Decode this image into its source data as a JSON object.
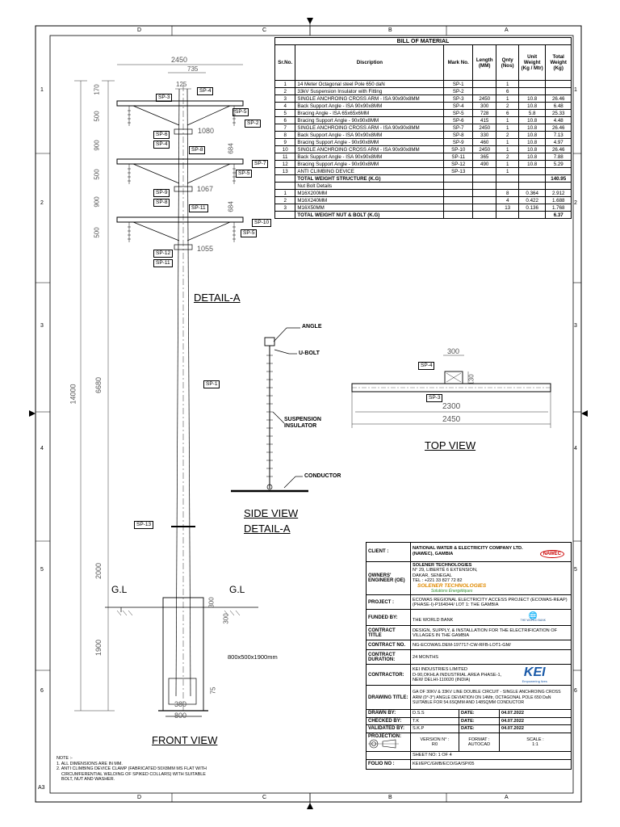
{
  "frame": {
    "zone_letters": [
      "D",
      "C",
      "B",
      "A"
    ],
    "zone_numbers": [
      "1",
      "2",
      "3",
      "4",
      "5",
      "6"
    ],
    "corner_tag": "A3"
  },
  "bom": {
    "title": "BILL OF MATERIAL",
    "headers": [
      "Sr.No.",
      "Discription",
      "Mark No.",
      "Length (MM)",
      "Qnty (Nos)",
      "Unit Weight (Kg / Mtr)",
      "Total Weight (Kg)"
    ],
    "rows": [
      [
        "1",
        "14 Meter Octagonal steel Pole 650 daN",
        "SP-1",
        "",
        "1",
        "",
        ""
      ],
      [
        "2",
        "33kV Suspension Insulator with Fitting",
        "SP-2",
        "",
        "6",
        "",
        ""
      ],
      [
        "3",
        "SINGLE ANCHROING CROSS ARM - ISA 90x90x8MM",
        "SP-3",
        "2450",
        "1",
        "10.8",
        "26.46"
      ],
      [
        "4",
        "Back Support Angle - ISA 90x90x8MM",
        "SP-4",
        "300",
        "2",
        "10.8",
        "6.48"
      ],
      [
        "5",
        "Bracing Angle - ISA 65x65x6MM",
        "SP-5",
        "728",
        "6",
        "5.8",
        "25.33"
      ],
      [
        "6",
        "Bracing Support Angle - 90x90x8MM",
        "SP-6",
        "415",
        "1",
        "10.8",
        "4.48"
      ],
      [
        "7",
        "SINGLE ANCHROING CROSS ARM - ISA 90x90x8MM",
        "SP-7",
        "2450",
        "1",
        "10.8",
        "26.46"
      ],
      [
        "8",
        "Back Support Angle - ISA 90x90x8MM",
        "SP-8",
        "330",
        "2",
        "10.8",
        "7.13"
      ],
      [
        "9",
        "Bracing Support Angle - 90x90x8MM",
        "SP-9",
        "460",
        "1",
        "10.8",
        "4.97"
      ],
      [
        "10",
        "SINGLE ANCHROING CROSS ARM - ISA 90x90x8MM",
        "SP-10",
        "2450",
        "1",
        "10.8",
        "26.46"
      ],
      [
        "11",
        "Back Support Angle - ISA 90x90x8MM",
        "SP-11",
        "365",
        "2",
        "10.8",
        "7.88"
      ],
      [
        "12",
        "Bracing Support Angle - 90x90x8MM",
        "SP-12",
        "490",
        "1",
        "10.8",
        "5.29"
      ],
      [
        "13",
        "ANTI CLIMBING DEVICE",
        "SP-13",
        "",
        "1",
        "",
        ""
      ]
    ],
    "total_structure_label": "TOTAL WEIGHT STRUCTURE (K.G)",
    "total_structure_value": "140.95",
    "nut_bolt_heading": "Nut Bolt Details",
    "bolt_rows": [
      [
        "1",
        "M16X200MM",
        "",
        "",
        "8",
        "0.364",
        "2.912"
      ],
      [
        "2",
        "M16X240MM",
        "",
        "",
        "4",
        "0.422",
        "1.688"
      ],
      [
        "3",
        "M16X50MM",
        "",
        "",
        "13",
        "0.136",
        "1.768"
      ]
    ],
    "total_bolt_label": "TOTAL WEIGHT NUT & BOLT (K.G)",
    "total_bolt_value": "6.37"
  },
  "front_view": {
    "title": "FRONT VIEW",
    "detail_ref": "DETAIL-A",
    "dims": {
      "arm_width": "2450",
      "offset": "735",
      "pole_top_gap": "125",
      "top_gap": "170",
      "d1": "500",
      "d2": "900",
      "d3": "500",
      "d4": "900",
      "d5": "500",
      "brace1": "1080",
      "brace2": "1067",
      "brace3": "1055",
      "brace_h1": "684",
      "brace_h2": "684",
      "upper_len": "6680",
      "total_height": "14000",
      "lower_len": "2000",
      "burial": "1900",
      "found_top1": "300",
      "found_top2": "300",
      "base_plate": "75",
      "base_inner": "380",
      "base_outer": "800"
    },
    "ground_left": "G.L",
    "ground_right": "G.L",
    "foundation": "800x500x1900mm",
    "tags": [
      "SP-3",
      "SP-4",
      "SP-5",
      "SP-2",
      "SP-6",
      "SP-4",
      "SP-8",
      "SP-7",
      "SP-5",
      "SP-9",
      "SP-8",
      "SP-11",
      "SP-10",
      "SP-5",
      "SP-12",
      "SP-11",
      "SP-1",
      "SP-13"
    ]
  },
  "side_view": {
    "title": "SIDE VIEW",
    "detail_ref": "DETAIL-A",
    "angle": "ANGLE",
    "ubolt": "U-BOLT",
    "insulator": "SUSPENSION INSULATOR",
    "conductor": "CONDUCTOR"
  },
  "top_view": {
    "title": "TOP VIEW",
    "dim_top": "300",
    "dim_side": "130",
    "dim_inner": "2300",
    "dim_outer": "2450",
    "tag_top": "SP-4",
    "tag_bottom": "SP-3"
  },
  "title_block": {
    "client_label": "CLIENT :",
    "client": "NATIONAL WATER & ELECTRICITY COMPANY LTD.(NAWEC), GAMBIA",
    "client_logo": "NAWEC",
    "owner_label": "OWNERS' ENGINEER (OE)",
    "owner_lines": [
      "SOLENER TECHNOLOGIES",
      "N° 29, LIBERTÉ 6 EXTENSION,",
      "DAKAR, SENEGAL",
      "TEL : +221 33 827 72 82"
    ],
    "owner_logo": "SOLENER TECHNOLOGIES",
    "owner_logo_sub": "Solutions Énergétiques",
    "project_label": "PROJECT :",
    "project": "ECOWAS REGIONAL ELECTRICITY ACCESS PROJECT (ECOWAS-REAP)(PHASE-I)-P164044/ LOT 1: THE GAMBIA",
    "funded_label": "FUNDED BY:",
    "funded": "THE WORLD BANK",
    "funded_logo": "THE WORLD BANK",
    "contract_title_label": "CONTRACT TITLE",
    "contract_title": "DESIGN, SUPPLY, & INSTALLATION FOR THE ELECTRIFICATION OF VILLAGES IN THE GAMBIA",
    "contract_no_label": "CONTRACT NO.",
    "contract_no": "NG-ECOWAS.DEM-197717-CW-RFB-LOT1-GM/",
    "duration_label": "CONTRACT DURATION:",
    "duration": "24 MONTHS",
    "contractor_label": "CONTRACTOR:",
    "contractor_lines": [
      "KEI INDUSTRIES LIMITED",
      "D-90,OKHLA INDUSTRIAL AREA PHASE-1,",
      "NEW DELHI-110020 (INDIA)"
    ],
    "contractor_logo": "KEI",
    "contractor_logo_sub": "Empowering lives",
    "drawing_title_label": "DRAWING TITLE:",
    "drawing_title": "GA OF 30KV & 33KV LINE DOUBLE CIRCUIT - SINGLE ANCHROING CROSS ARM (0°-3°) ANGLE DEVIATION ON 14Mtr, OCTAGONAL POLE 650 DaN SUITABLE FOR 54.6SQMM AND 148SQMM CONDUCTOR",
    "drawn_by_label": "DRAWN BY:",
    "drawn_by": "D.S.S",
    "checked_by_label": "CHECKED BY:",
    "checked_by": "T.K",
    "validated_by_label": "VALIDATED BY:",
    "validated_by": "S.K.P",
    "date_label": "DATE:",
    "dates": [
      "04.07.2022",
      "04.07.2022",
      "04.07.2022"
    ],
    "projection_label": "PROJECTION:",
    "version_label": "VERSION N° :",
    "version": "R0",
    "format_label": "FORMAT :",
    "format": "AUTOCAD",
    "scale_label": "SCALE :",
    "scale": "1:1",
    "sheet_no": "SHEET NO: 1 OF 4",
    "folio_label": "FOLIO NO :",
    "folio": "KEI/EPC/GMB/ECO/GA/SP/05"
  },
  "notes": {
    "heading": "NOTE :-",
    "items": [
      "1. ALL DIMENSIONS ARE IN MM.",
      "2. ANTI CLIMBING DEVICE CLAMP (FABRICATED 50X8MM MS FLAT WITH",
      "    CIRCUMFERENTIAL WELDING OF SPIKED COLLARS) WITH SUITABLE",
      "    BOLT, NUT AND WASHER."
    ]
  }
}
